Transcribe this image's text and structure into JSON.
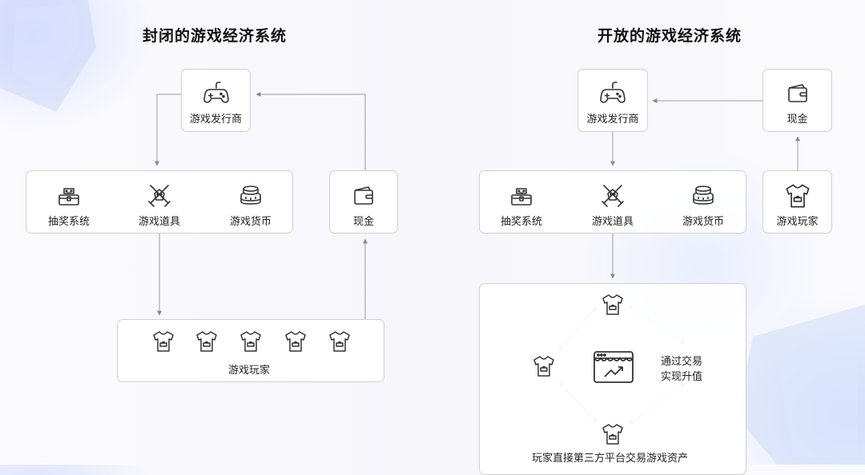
{
  "left": {
    "title": "封闭的游戏经济系统",
    "publisher": "游戏发行商",
    "cash": "现金",
    "lottery": "抽奖系统",
    "items": "游戏道具",
    "currency": "游戏货币",
    "players": "游戏玩家"
  },
  "right": {
    "title": "开放的游戏经济系统",
    "publisher": "游戏发行商",
    "cash": "现金",
    "lottery": "抽奖系统",
    "items": "游戏道具",
    "currency": "游戏货币",
    "player": "游戏玩家",
    "trade_note_line1": "通过交易",
    "trade_note_line2": "实现升值",
    "trade_caption": "玩家直接第三方平台交易游戏资产"
  }
}
